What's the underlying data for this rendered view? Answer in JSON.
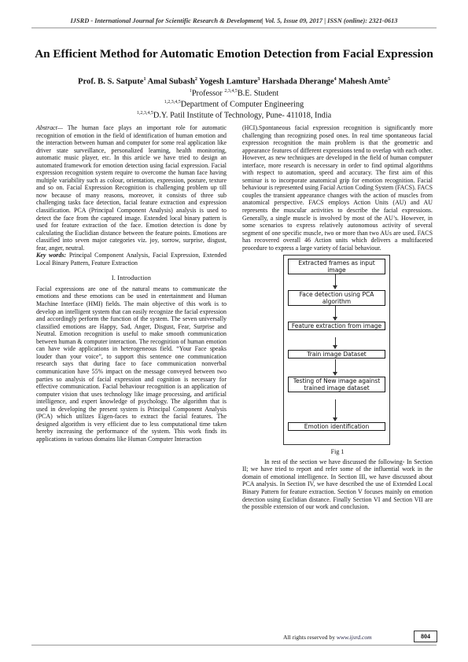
{
  "header": "IJSRD - International Journal for Scientific Research & Development| Vol. 5, Issue 09, 2017 | ISSN (online): 2321-0613",
  "title": "An Efficient Method for Automatic Emotion Detection from Facial Expression",
  "authors": [
    {
      "name": "Prof. B. S. Satpute",
      "sup": "1"
    },
    {
      "name": "Amal Subash",
      "sup": "2"
    },
    {
      "name": "Yogesh Lamture",
      "sup": "3"
    },
    {
      "name": "Harshada Dherange",
      "sup": "4"
    },
    {
      "name": "Mahesh Amte",
      "sup": "5"
    }
  ],
  "affiliations": {
    "role_line": {
      "sup1": "1",
      "text1": "Professor ",
      "sup2": "2,3,4,5",
      "text2": "B.E. Student"
    },
    "dept": {
      "sup": "1,2,3,4,5",
      "text": "Department of Computer Engineering"
    },
    "inst": {
      "sup": "1,2,3,4,5",
      "text": "D.Y. Patil Institute of Technology, Pune- 411018, India"
    }
  },
  "abstract": {
    "label": "Abstract—",
    "text": " The human face plays an important role for automatic recognition of emotion in the field of identification of human emotion and the interaction between human and computer for some real application like driver state surveillance, personalized learning, health monitoring, automatic music player, etc. In this article we have tried to design an automated framework for emotion detection using facial expression. Facial expression recognition system require to overcome the human face having multiple variability such as colour, orientation, expression, posture, texture and so on. Facial Expression Recognition is challenging problem up till now because of many reasons, moreover, it consists of three sub challenging tasks face detection, facial feature extraction and expression classification. PCA (Principal Component Analysis) analysis is used to detect the face from the captured image. Extended local binary pattern is used for feature extraction of the face. Emotion detection is done by calculating the Euclidian distance between the feature points. Emotions are classified into seven major categories viz. joy, sorrow, surprise, disgust, fear, anger, neutral."
  },
  "keywords": {
    "label": "Key words:",
    "text": " Principal Component Analysis, Facial Expression, Extended Local Binary Pattern, Feature Extraction"
  },
  "section1_heading": "I.   Introduction",
  "intro_para": "Facial expressions are one of the natural means to communicate the emotions and these emotions can be used in entertainment and Human Machine Interface (HMI) fields. The main objective of this work is to develop an intelligent system that can easily recognize the facial expression and accordingly perform the function of the system. The seven universally classified emotions are Happy, Sad, Anger, Disgust, Fear, Surprise and Neutral. Emotion recognition is useful to make smooth communication between human & computer interaction. The recognition of human emotion can have wide applications in heterogeneous field. “Your Face speaks louder than your voice”, to support this sentence one communication research says that during face to face communication nonverbal communication have 55% impact on the message conveyed between two parties so analysis of facial expression and cognition is necessary for effective communication. Facial behaviour recognition is an application of computer vision that uses technology like image processing, and artificial intelligence, and expert knowledge of psychology. The algorithm that is used in developing the present system is Principal Component Analysis (PCA) which utilizes Eigen-faces to extract the facial features. The designed algorithm is very efficient due to less computational time taken hereby increasing the performance of the system. This work finds its applications in various domains like Human Computer Interaction",
  "right_para": "(HCI).Spontaneous facial expression recognition is significantly more challenging than recognizing posed ones. In real time spontaneous facial expression recognition the main problem is that the geometric and appearance features of different expressions tend to overlap with each other. However, as new techniques are developed in the field of human computer interface, more research is necessary in order to find optimal algorithms with respect to automation, speed and accuracy. The first aim of this seminar is to incorporate anatomical grip for emotion recognition. Facial behaviour is represented using Facial Action Coding System (FACS). FACS couples the transient appearance changes with the action of muscles from anatomical perspective. FACS employs Action Units (AU) and AU represents the muscular activities to describe the facial expressions. Generally, a single muscle is involved by most of the AU’s. However, in some scenarios to express relatively autonomous activity of several segment of one specific muscle, two or more than two AUs are used. FACS has recovered overall 46 Action units which delivers a multifaceted procedure to express a large variety of facial behaviour.",
  "figure": {
    "steps": [
      "Extracted frames as input image",
      "Face detection using PCA algorithm",
      "Feature extraction from image",
      "Train image Dataset",
      "Testing of New image against trained image dataset",
      "Emotion identification"
    ],
    "caption": "Fig 1"
  },
  "after_fig_para": "In rest of the section we have discussed the following- In Section II; we have tried to report and refer some of the influential work in the domain of emotional intelligence. In Section III, we have discussed about PCA analysis. In Section IV, we have described the use of Extended Local Binary Pattern for feature extraction. Section V focuses mainly on emotion detection using Euclidian distance. Finally Section VI and Section VII are the possible extension of our work and conclusion.",
  "footer": {
    "prefix": "All rights reserved by ",
    "url": "www.ijsrd.com",
    "page": "804"
  }
}
